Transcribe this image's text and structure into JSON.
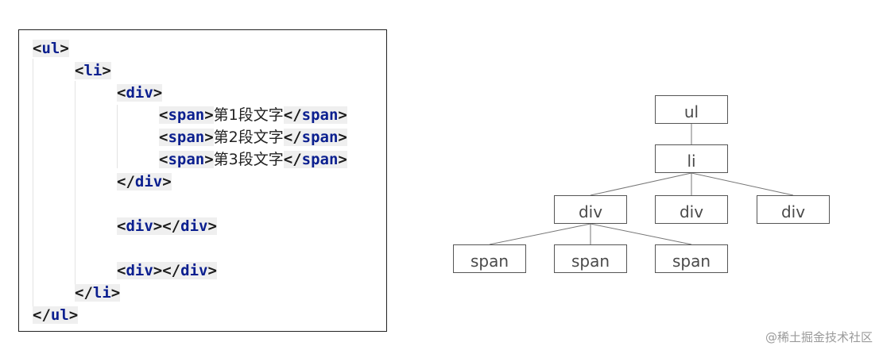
{
  "code": {
    "lines": [
      {
        "indent": 0,
        "parts": [
          {
            "t": "tag",
            "open": "<",
            "name": "ul",
            "close": ">"
          }
        ]
      },
      {
        "indent": 1,
        "parts": [
          {
            "t": "tag",
            "open": "<",
            "name": "li",
            "close": ">"
          }
        ]
      },
      {
        "indent": 2,
        "parts": [
          {
            "t": "tag",
            "open": "<",
            "name": "div",
            "close": ">"
          }
        ]
      },
      {
        "indent": 3,
        "parts": [
          {
            "t": "tag",
            "open": "<",
            "name": "span",
            "close": ">"
          },
          {
            "t": "text",
            "v": "第1段文字"
          },
          {
            "t": "tag",
            "open": "</",
            "name": "span",
            "close": ">"
          }
        ]
      },
      {
        "indent": 3,
        "parts": [
          {
            "t": "tag",
            "open": "<",
            "name": "span",
            "close": ">"
          },
          {
            "t": "text",
            "v": "第2段文字"
          },
          {
            "t": "tag",
            "open": "</",
            "name": "span",
            "close": ">"
          }
        ]
      },
      {
        "indent": 3,
        "parts": [
          {
            "t": "tag",
            "open": "<",
            "name": "span",
            "close": ">"
          },
          {
            "t": "text",
            "v": "第3段文字"
          },
          {
            "t": "tag",
            "open": "</",
            "name": "span",
            "close": ">"
          }
        ]
      },
      {
        "indent": 2,
        "parts": [
          {
            "t": "tag",
            "open": "</",
            "name": "div",
            "close": ">"
          }
        ]
      },
      {
        "indent": 2,
        "parts": [
          {
            "t": "tag",
            "open": "<",
            "name": "div",
            "close": ">"
          },
          {
            "t": "tag",
            "open": "</",
            "name": "div",
            "close": ">"
          }
        ]
      },
      {
        "indent": 2,
        "parts": [
          {
            "t": "tag",
            "open": "<",
            "name": "div",
            "close": ">"
          },
          {
            "t": "tag",
            "open": "</",
            "name": "div",
            "close": ">"
          }
        ]
      },
      {
        "indent": 1,
        "parts": [
          {
            "t": "tag",
            "open": "</",
            "name": "li",
            "close": ">"
          }
        ]
      },
      {
        "indent": 0,
        "parts": [
          {
            "t": "tag",
            "open": "</",
            "name": "ul",
            "close": ">"
          }
        ]
      }
    ]
  },
  "tree": {
    "nodes": [
      {
        "id": "ul",
        "label": "ul"
      },
      {
        "id": "li",
        "label": "li"
      },
      {
        "id": "div1",
        "label": "div"
      },
      {
        "id": "div2",
        "label": "div"
      },
      {
        "id": "div3",
        "label": "div"
      },
      {
        "id": "span1",
        "label": "span"
      },
      {
        "id": "span2",
        "label": "span"
      },
      {
        "id": "span3",
        "label": "span"
      }
    ],
    "edges": [
      [
        "ul",
        "li"
      ],
      [
        "li",
        "div1"
      ],
      [
        "li",
        "div2"
      ],
      [
        "li",
        "div3"
      ],
      [
        "div1",
        "span1"
      ],
      [
        "div1",
        "span2"
      ],
      [
        "div1",
        "span3"
      ]
    ]
  },
  "watermark": "@稀土掘金技术社区"
}
